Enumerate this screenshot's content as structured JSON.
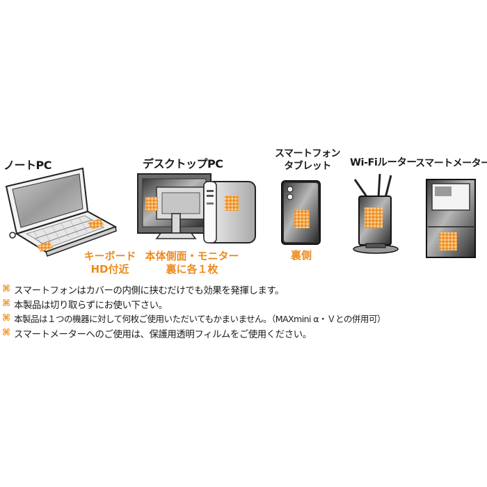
{
  "colors": {
    "accent": "#ee8a1c",
    "text": "#1a1a1a",
    "sticker": "#f0a040"
  },
  "devices": [
    {
      "id": "laptop",
      "title": "ノートPC",
      "caption": [
        "キーボード",
        "HD付近"
      ]
    },
    {
      "id": "desktop",
      "title": "デスクトップPC",
      "caption": [
        "本体側面・モニター",
        "裏に各１枚"
      ]
    },
    {
      "id": "phone",
      "title": [
        "スマートフォン",
        "タブレット"
      ],
      "caption": [
        "裏側"
      ]
    },
    {
      "id": "router",
      "title": "Wi-Fiルーター",
      "caption": []
    },
    {
      "id": "meter",
      "title": "スマートメーター",
      "caption": []
    }
  ],
  "notes": {
    "bullet_icon": "command-key-icon",
    "bullet_glyph": "⌘",
    "items": [
      "スマートフォンはカバーの内側に挟むだけでも効果を発揮します。",
      "本製品は切り取らずにお使い下さい。",
      "本製品は１つの機器に対して何枚ご使用いただいてもかまいません。（MAXmini α・Ｖとの併用可）",
      "スマートメーターへのご使用は、保護用透明フィルムをご使用ください。"
    ]
  }
}
